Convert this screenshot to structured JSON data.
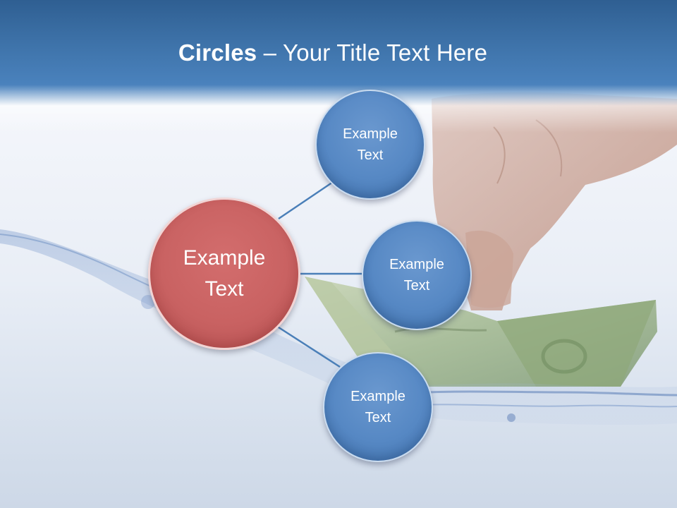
{
  "slide": {
    "title_bold": "Circles",
    "title_rest": " – Your Title Text Here",
    "main_circle": {
      "line1": "Example",
      "line2": "Text"
    },
    "satellites": [
      {
        "line1": "Example",
        "line2": "Text"
      },
      {
        "line1": "Example",
        "line2": "Text"
      },
      {
        "line1": "Example",
        "line2": "Text"
      }
    ]
  },
  "colors": {
    "title_band": "#3f74ab",
    "main_circle": "#c96262",
    "satellite_circle": "#5688c4",
    "connector": "#4a7fb8"
  }
}
